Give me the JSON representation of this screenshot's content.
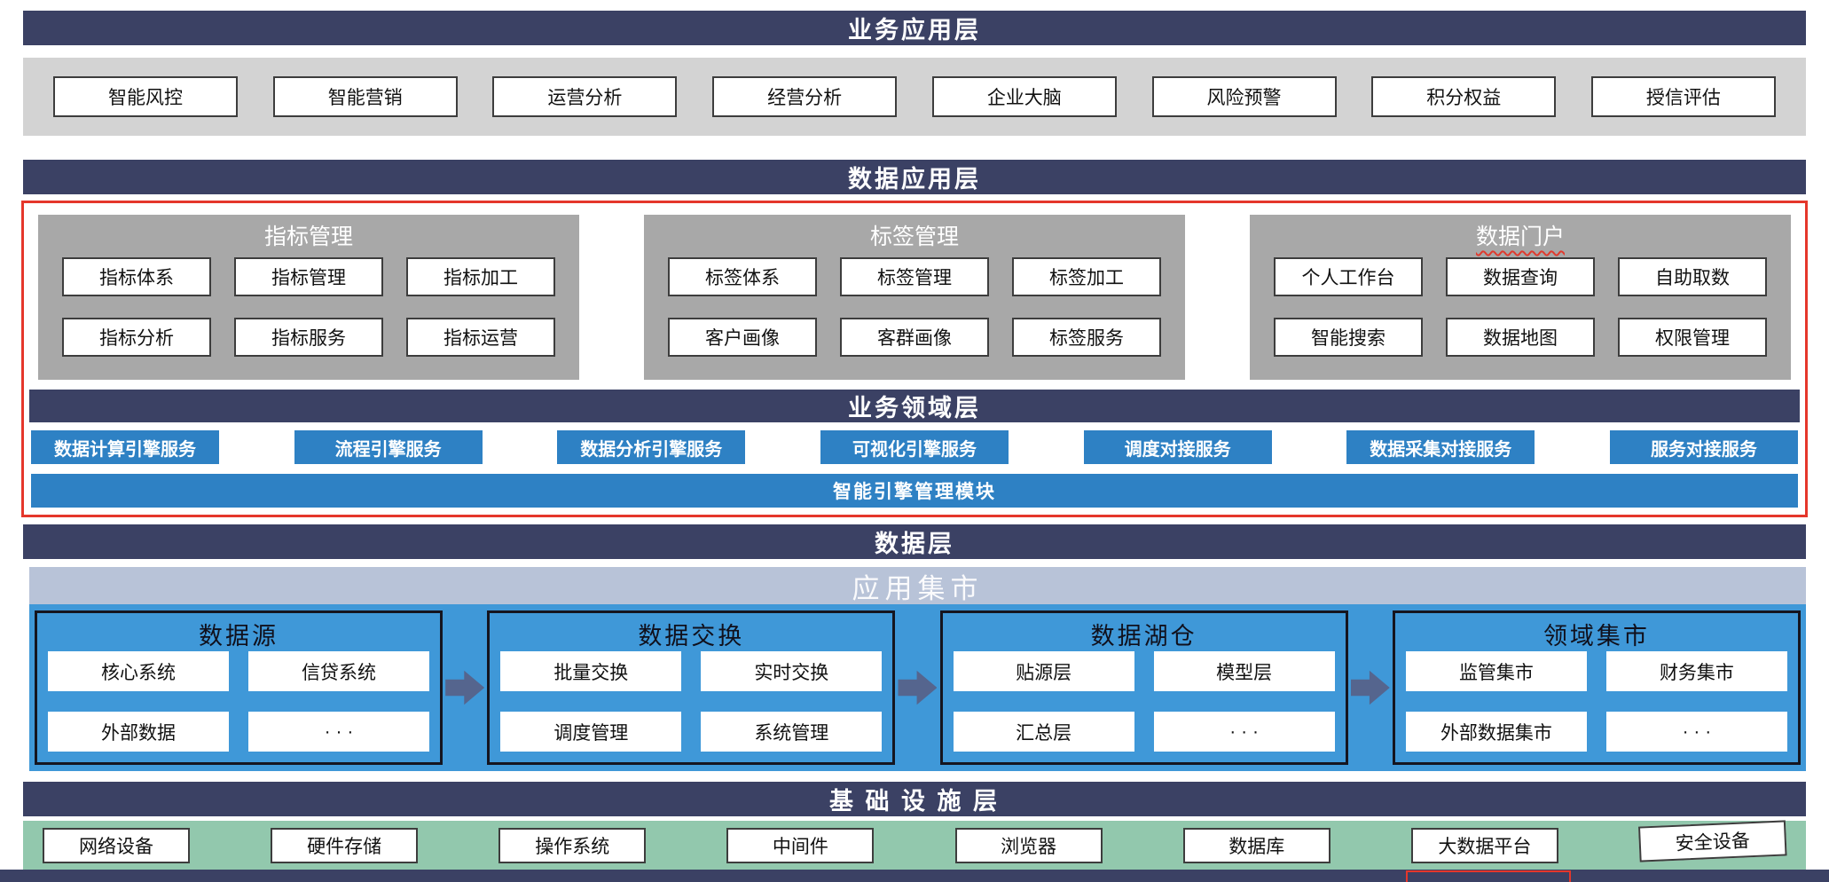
{
  "colors": {
    "layer_header_bg": "#3b4164",
    "top_band_bg": "#d3d3d3",
    "panel_gray_bg": "#a8a8a8",
    "annotation_red": "#e5372b",
    "service_blue": "#2e81c4",
    "data_region_blue": "#3f98d8",
    "mart_strip_bg": "#b8c3d8",
    "infra_green": "#92c8ad",
    "arrow_slate": "#55658e"
  },
  "layers": {
    "business_app": {
      "title": "业务应用层",
      "items": [
        "智能风控",
        "智能营销",
        "运营分析",
        "经营分析",
        "企业大脑",
        "风险预警",
        "积分权益",
        "授信评估"
      ]
    },
    "data_app": {
      "title": "数据应用层",
      "panels": [
        {
          "title": "指标管理",
          "items": [
            "指标体系",
            "指标管理",
            "指标加工",
            "指标分析",
            "指标服务",
            "指标运营"
          ]
        },
        {
          "title": "标签管理",
          "items": [
            "标签体系",
            "标签管理",
            "标签加工",
            "客户画像",
            "客群画像",
            "标签服务"
          ]
        },
        {
          "title": "数据门户",
          "items": [
            "个人工作台",
            "数据查询",
            "自助取数",
            "智能搜索",
            "数据地图",
            "权限管理"
          ]
        }
      ]
    },
    "business_domain": {
      "title": "业务领域层",
      "services": [
        "数据计算引擎服务",
        "流程引擎服务",
        "数据分析引擎服务",
        "可视化引擎服务",
        "调度对接服务",
        "数据采集对接服务",
        "服务对接服务"
      ],
      "engine_bar": "智能引擎管理模块"
    },
    "data_layer": {
      "title": "数据层",
      "mart_title": "应用集市",
      "panels": [
        {
          "title": "数据源",
          "items": [
            "核心系统",
            "信贷系统",
            "外部数据",
            "· · ·"
          ]
        },
        {
          "title": "数据交换",
          "items": [
            "批量交换",
            "实时交换",
            "调度管理",
            "系统管理"
          ]
        },
        {
          "title": "数据湖仓",
          "items": [
            "贴源层",
            "模型层",
            "汇总层",
            "· · ·"
          ]
        },
        {
          "title": "领域集市",
          "items": [
            "监管集市",
            "财务集市",
            "外部数据集市",
            "· · ·"
          ]
        }
      ]
    },
    "infrastructure": {
      "title": "基 础 设 施 层",
      "items": [
        "网络设备",
        "硬件存储",
        "操作系统",
        "中间件",
        "浏览器",
        "数据库",
        "大数据平台",
        "安全设备"
      ]
    }
  }
}
